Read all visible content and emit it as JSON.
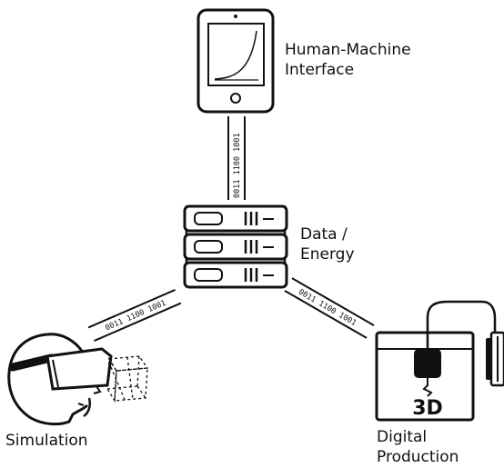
{
  "nodes": {
    "hmi": {
      "label_line1": "Human-Machine",
      "label_line2": "Interface",
      "icon": "tablet-icon"
    },
    "data_energy": {
      "label_line1": "Data /",
      "label_line2": "Energy",
      "icon": "server-rack-icon"
    },
    "simulation": {
      "label": "Simulation",
      "icon": "vr-headset-icon"
    },
    "production": {
      "label_line1": "Digital",
      "label_line2": "Production",
      "icon": "3d-printer-icon",
      "printer_text": "3D"
    }
  },
  "links": {
    "hmi_to_server": "0011 1100 1001",
    "server_to_simulation": "0011 1100 1001",
    "server_to_production": "0011 1100 1001"
  },
  "colors": {
    "stroke": "#111111",
    "background": "#ffffff"
  }
}
